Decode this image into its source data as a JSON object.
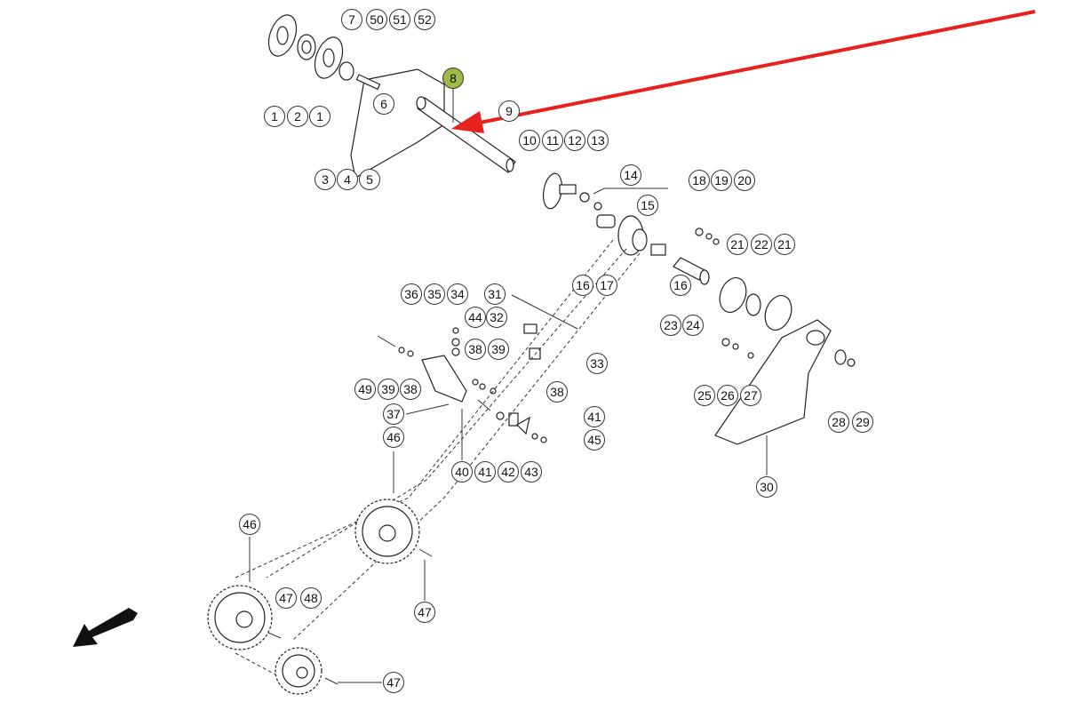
{
  "diagram": {
    "title": "Drive shaft and chain sprocket assembly",
    "highlight_color": "#9dba4a",
    "arrow_color": "#e8201e",
    "highlighted_part": "8",
    "callouts": [
      "1",
      "2",
      "1",
      "7",
      "50",
      "51",
      "52",
      "6",
      "8",
      "3",
      "4",
      "5",
      "9",
      "10",
      "11",
      "12",
      "13",
      "14",
      "15",
      "18",
      "19",
      "20",
      "21",
      "22",
      "21",
      "16",
      "17",
      "16",
      "23",
      "24",
      "31",
      "36",
      "35",
      "34",
      "44",
      "32",
      "38",
      "39",
      "33",
      "49",
      "39",
      "38",
      "38",
      "37",
      "41",
      "45",
      "40",
      "41",
      "42",
      "43",
      "46",
      "46",
      "47",
      "48",
      "47",
      "47",
      "25",
      "26",
      "27",
      "28",
      "29",
      "30"
    ]
  }
}
